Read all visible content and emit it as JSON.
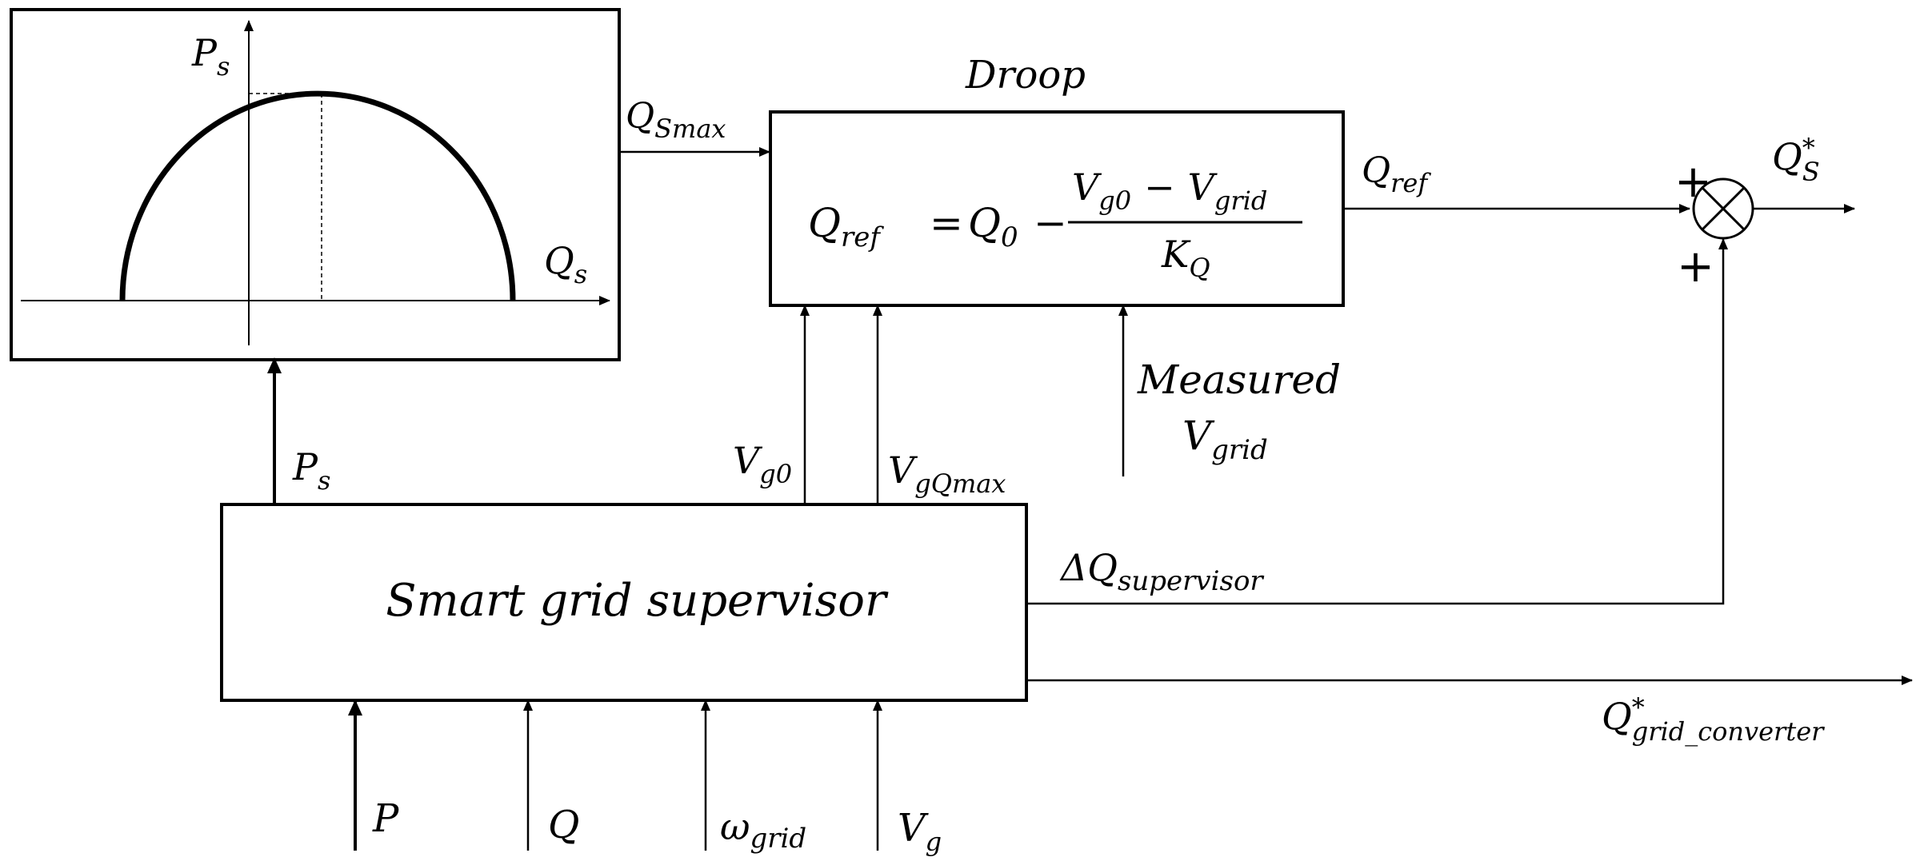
{
  "droop_title": "Droop",
  "pq_chart": {
    "y_axis": {
      "base": "P",
      "sub": "s"
    },
    "x_axis": {
      "base": "Q",
      "sub": "s"
    }
  },
  "signals": {
    "q_smax": {
      "base": "Q",
      "sub": "Smax"
    },
    "q_ref": {
      "base": "Q",
      "sub": "ref"
    },
    "q_s_star": {
      "base": "Q",
      "sup": "*",
      "sub": "S"
    },
    "p_s": {
      "base": "P",
      "sub": "s"
    },
    "v_g0": {
      "base": "V",
      "sub": "g0"
    },
    "v_gqmax": {
      "base": "V",
      "sub": "gQmax"
    },
    "measured_line1": "Measured",
    "measured_line2": {
      "base": "V",
      "sub": "grid"
    },
    "delta_q_supervisor": {
      "base": "ΔQ",
      "sub": "supervisor"
    },
    "q_grid_converter": {
      "base": "Q",
      "sup": "*",
      "sub": "grid_converter"
    }
  },
  "equation": {
    "lhs": {
      "base": "Q",
      "sub": "ref"
    },
    "equals": "=",
    "q0": {
      "base": "Q",
      "sub": "0"
    },
    "minus": "−",
    "numerator_a": {
      "base": "V",
      "sub": "g0"
    },
    "numerator_op": "−",
    "numerator_b": {
      "base": "V",
      "sub": "grid"
    },
    "denominator": {
      "base": "K",
      "sub": "Q"
    }
  },
  "summer": {
    "plus_left": "+",
    "plus_bottom": "+"
  },
  "supervisor_label": "Smart grid supervisor",
  "inputs": [
    {
      "base": "P",
      "sub": ""
    },
    {
      "base": "Q",
      "sub": ""
    },
    {
      "base": "ω",
      "sub": "grid"
    },
    {
      "base": "V",
      "sub": "g"
    }
  ]
}
